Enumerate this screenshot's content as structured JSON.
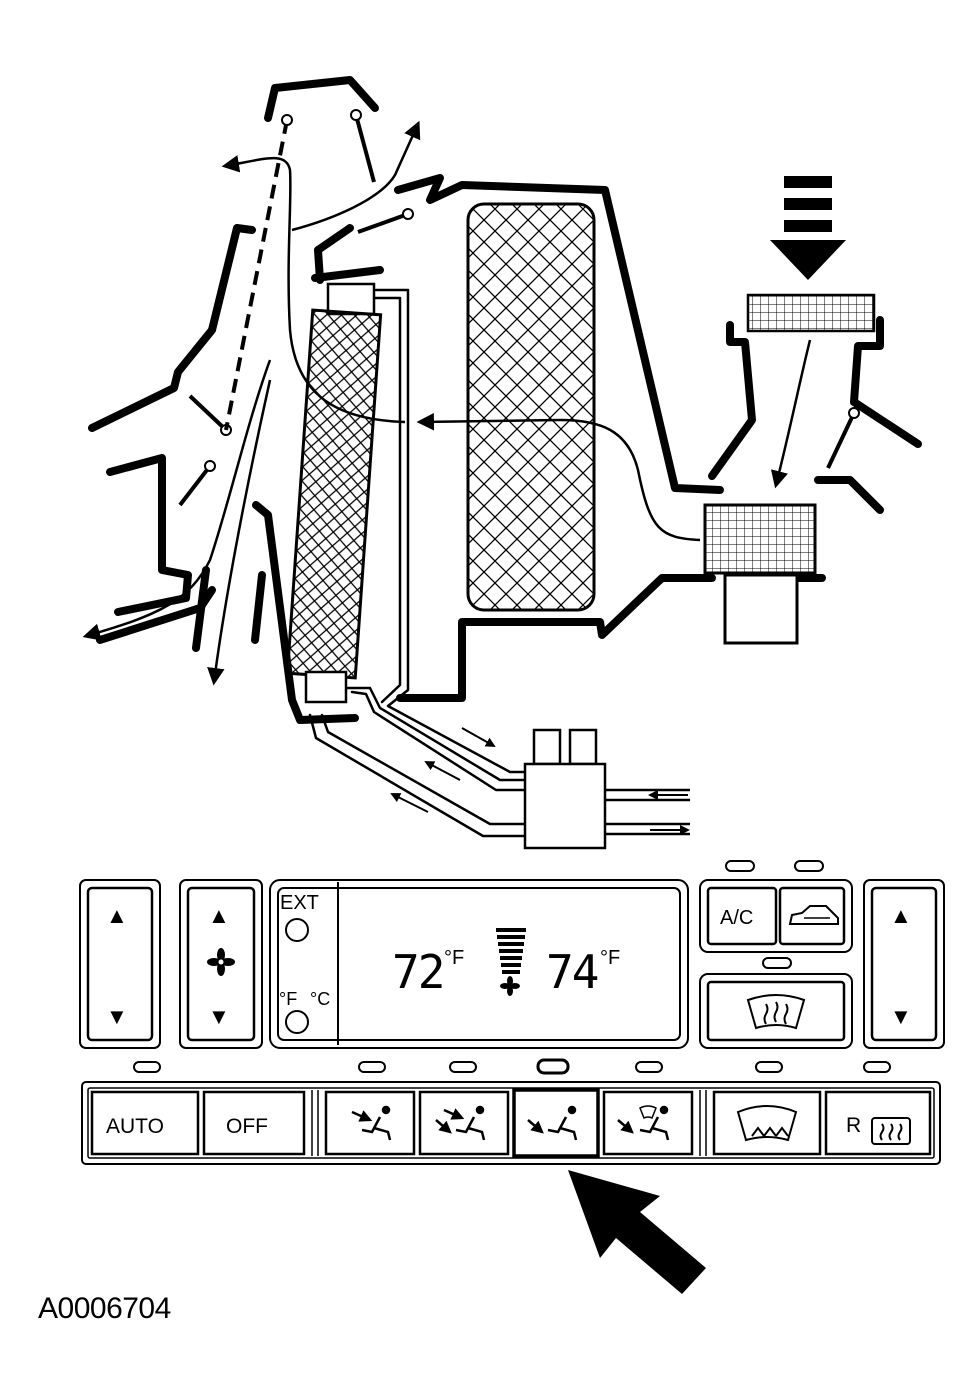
{
  "figure_id": "A0006704",
  "panel": {
    "ext_label": "EXT",
    "f_label": "°F",
    "c_label": "°C",
    "temp_left": "72",
    "temp_right": "74",
    "temp_unit_left": "°F",
    "temp_unit_right": "°F",
    "ac_label": "A/C",
    "auto_label": "AUTO",
    "off_label": "OFF",
    "rear_defrost_label": "R",
    "up_arrow": "▲",
    "down_arrow": "▼"
  },
  "colors": {
    "ink": "#000000",
    "paper": "#ffffff"
  },
  "icons": [
    "fan-icon",
    "recirc-car-icon",
    "front-defrost-icon",
    "panel-mode-icon",
    "bilevel-mode-icon",
    "floor-mode-icon",
    "floor-defrost-mode-icon",
    "windshield-defrost-icon",
    "rear-defrost-icon"
  ]
}
